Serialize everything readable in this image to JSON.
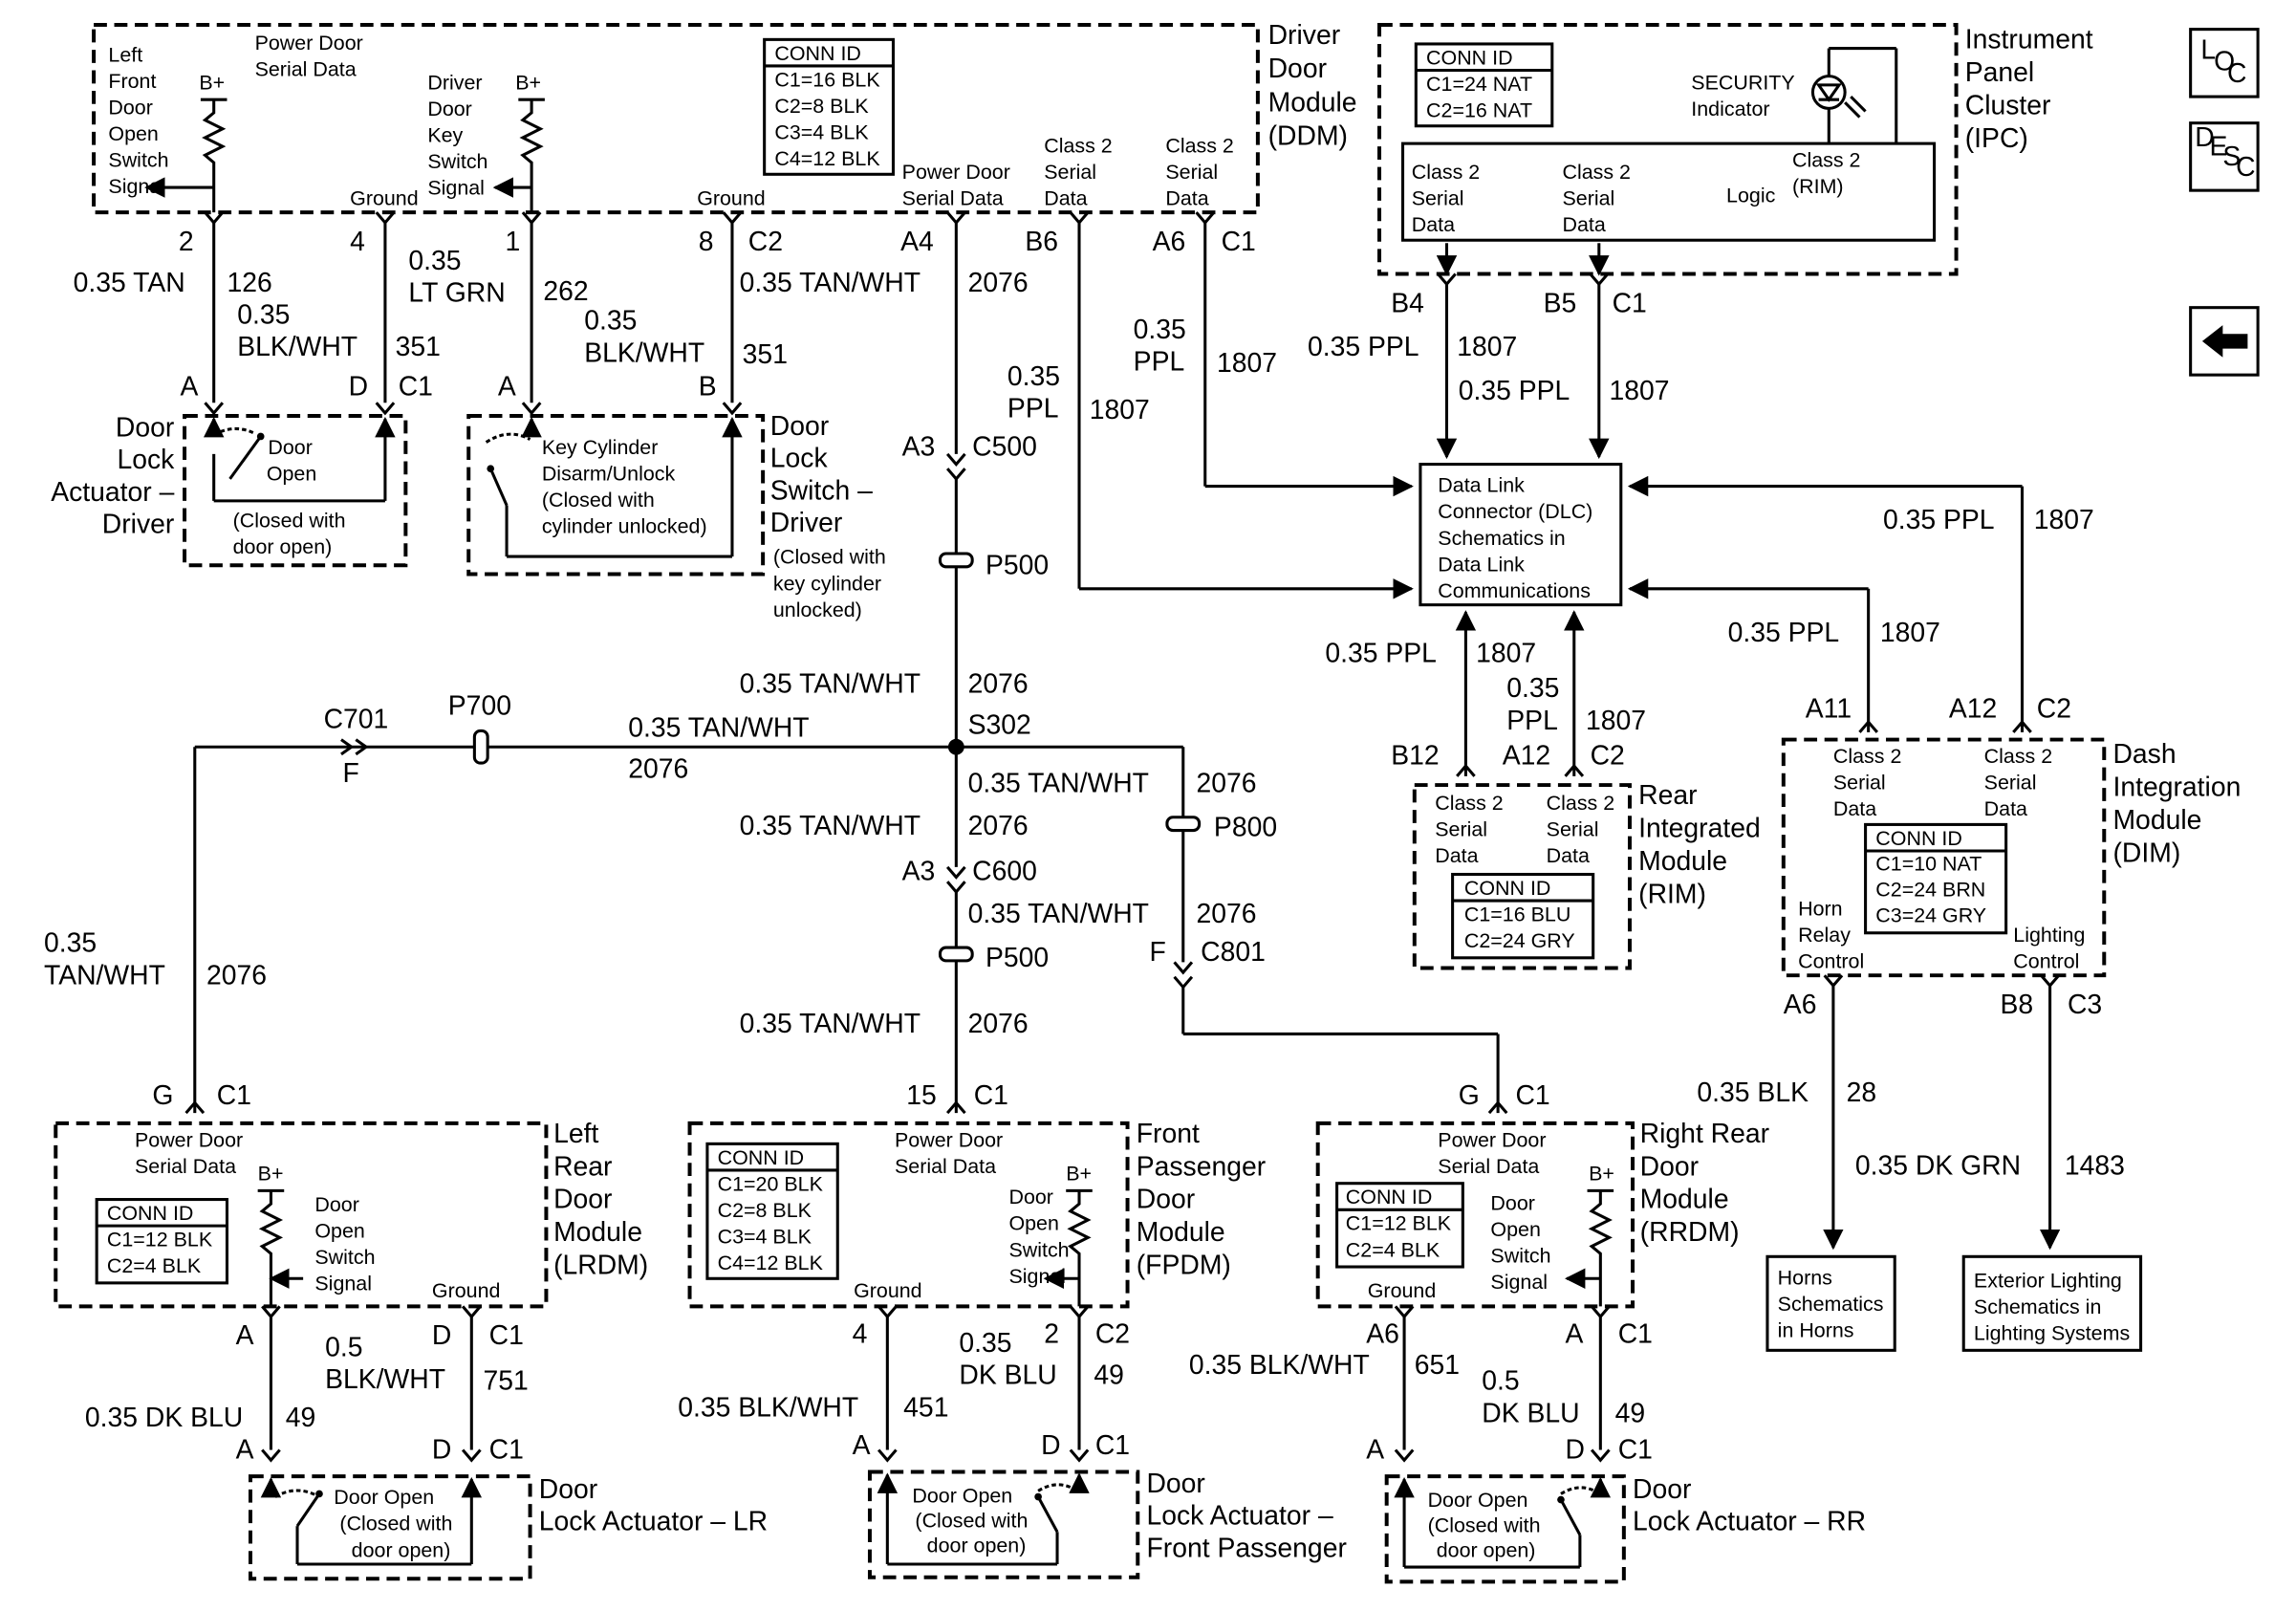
{
  "nav": {
    "loc": "LOC",
    "desc": "DESC"
  },
  "ddm": {
    "title": [
      "Driver",
      "Door",
      "Module",
      "(DDM)"
    ],
    "lf_signal": [
      "Left",
      "Front",
      "Door",
      "Open",
      "Switch",
      "Signal"
    ],
    "pdsd": [
      "Power Door",
      "Serial Data"
    ],
    "dkey": [
      "Driver",
      "Door",
      "Key",
      "Switch",
      "Signal"
    ],
    "bplus": "B+",
    "ground": "Ground",
    "pds2": [
      "Power Door",
      "Serial Data"
    ],
    "class2a": [
      "Class 2",
      "Serial",
      "Data"
    ],
    "class2b": [
      "Class 2",
      "Serial",
      "Data"
    ],
    "conn": [
      "CONN ID",
      "C1=16 BLK",
      "C2=8 BLK",
      "C3=4 BLK",
      "C4=12 BLK"
    ]
  },
  "ipc": {
    "title": [
      "Instrument",
      "Panel",
      "Cluster",
      "(IPC)"
    ],
    "conn": [
      "CONN ID",
      "C1=24 NAT",
      "C2=16 NAT"
    ],
    "security": [
      "SECURITY",
      "Indicator"
    ],
    "class2a": [
      "Class 2",
      "Serial",
      "Data"
    ],
    "class2b": [
      "Class 2",
      "Serial",
      "Data"
    ],
    "logic": "Logic",
    "rim": [
      "Class 2",
      "(RIM)"
    ]
  },
  "pins": {
    "p2": "2",
    "p4": "4",
    "p1": "1",
    "p8": "8",
    "c2": "C2",
    "a4": "A4",
    "b6": "B6",
    "a6": "A6",
    "c1": "C1",
    "b4": "B4",
    "b5": "B5",
    "c1b": "C1",
    "a": "A",
    "d": "D",
    "c1c": "C1",
    "a2": "A",
    "b": "B",
    "a3": "A3",
    "c500": "C500",
    "p500": "P500",
    "s302": "S302",
    "c701": "C701",
    "f": "F",
    "p700": "P700",
    "a3b": "A3",
    "c600": "C600",
    "p500b": "P500",
    "p800": "P800",
    "f2": "F",
    "c801": "C801",
    "b12": "B12",
    "a12": "A12",
    "c2b": "C2",
    "a11": "A11",
    "a12b": "A12",
    "c2c": "C2",
    "a6b": "A6",
    "b8": "B8",
    "c3": "C3",
    "g": "G",
    "c1d": "C1",
    "p15": "15",
    "c1e": "C1",
    "g2": "G",
    "c1f": "C1"
  },
  "wires": {
    "tan": "0.35 TAN",
    "n126": "126",
    "blkwht1": [
      "0.35",
      "BLK/WHT"
    ],
    "n351a": "351",
    "ltgrn": [
      "0.35",
      "LT GRN"
    ],
    "n262": "262",
    "blkwht2": [
      "0.35",
      "BLK/WHT"
    ],
    "n351b": "351",
    "tanwht1": "0.35 TAN/WHT",
    "n2076a": "2076",
    "ppl1": [
      "0.35",
      "PPL"
    ],
    "n1807a": "1807",
    "ppl2": [
      "0.35",
      "PPL"
    ],
    "n1807b": "1807",
    "ppl3": "0.35 PPL",
    "n1807c": "1807",
    "ppl4": "0.35 PPL",
    "n1807d": "1807",
    "ppl5": "0.35 PPL",
    "n1807e": "1807",
    "ppl6": "0.35 PPL",
    "n1807f": "1807",
    "ppl7": "0.35 PPL",
    "n1807g": "1807",
    "ppl8": [
      "0.35",
      "PPL"
    ],
    "n1807h": "1807",
    "tanwht2": "0.35 TAN/WHT",
    "n2076b": "2076",
    "tanwht3": "0.35 TAN/WHT",
    "n2076c": "2076",
    "tanwht4": "0.35 TAN/WHT",
    "n2076d": "2076",
    "tanwht5": "0.35 TAN/WHT",
    "n2076e": "2076",
    "tanwht6": "0.35 TAN/WHT",
    "n2076f": "2076",
    "tanwht7": "0.35 TAN/WHT",
    "n2076g": "2076",
    "tanwht8": [
      "0.35",
      "TAN/WHT"
    ],
    "n2076h": "2076",
    "n2076i": "2076",
    "blk": "0.35 BLK",
    "n28": "28",
    "dkgrn": "0.35 DK GRN",
    "n1483": "1483",
    "blkwht3": [
      "0.5",
      "BLK/WHT"
    ],
    "n751": "751",
    "dkblu1": "0.35 DK BLU",
    "n49a": "49",
    "dkblu2": [
      "0.35",
      "DK BLU"
    ],
    "n49b": "49",
    "blkwht4": "0.35 BLK/WHT",
    "n451": "451",
    "blkwht5": "0.35 BLK/WHT",
    "n651": "651",
    "dkblu3": [
      "0.5",
      "DK BLU"
    ],
    "n49c": "49"
  },
  "components": {
    "dla_driver": [
      "Door",
      "Lock",
      "Actuator –",
      "Driver"
    ],
    "dla_driver_in": [
      "Door",
      "Open",
      "(Closed with",
      "door open)"
    ],
    "dls_driver": [
      "Door",
      "Lock",
      "Switch –",
      "Driver",
      "(Closed with",
      "key cylinder",
      "unlocked)"
    ],
    "dls_driver_in": [
      "Key Cylinder",
      "Disarm/Unlock",
      "(Closed with",
      "cylinder unlocked)"
    ],
    "dlc": [
      "Data Link",
      "Connector (DLC)",
      "Schematics in",
      "Data Link",
      "Communications"
    ],
    "rim": [
      "Rear",
      "Integrated",
      "Module",
      "(RIM)"
    ],
    "rim_in": [
      "Class 2",
      "Serial",
      "Data",
      "Class 2",
      "Serial",
      "Data"
    ],
    "rim_conn": [
      "CONN ID",
      "C1=16 BLU",
      "C2=24 GRY"
    ],
    "dim": [
      "Dash",
      "Integration",
      "Module",
      "(DIM)"
    ],
    "dim_in": [
      "Class 2",
      "Serial",
      "Data",
      "Class 2",
      "Serial",
      "Data"
    ],
    "dim_conn": [
      "CONN ID",
      "C1=10 NAT",
      "C2=24 BRN",
      "C3=24 GRY"
    ],
    "dim_horn": [
      "Horn",
      "Relay",
      "Control"
    ],
    "dim_light": [
      "Lighting",
      "Control"
    ],
    "horns": [
      "Horns",
      "Schematics",
      "in Horns"
    ],
    "ext": [
      "Exterior Lighting",
      "Schematics in",
      "Lighting Systems"
    ],
    "lrdm": [
      "Left",
      "Rear",
      "Door",
      "Module",
      "(LRDM)"
    ],
    "lrdm_in": {
      "pds": [
        "Power Door",
        "Serial Data"
      ],
      "conn": [
        "CONN ID",
        "C1=12 BLK",
        "C2=4 BLK"
      ],
      "sw": [
        "Door",
        "Open",
        "Switch",
        "Signal"
      ],
      "bplus": "B+",
      "ground": "Ground"
    },
    "fpdm": [
      "Front",
      "Passenger",
      "Door",
      "Module",
      "(FPDM)"
    ],
    "fpdm_in": {
      "pds": [
        "Power Door",
        "Serial Data"
      ],
      "conn": [
        "CONN ID",
        "C1=20 BLK",
        "C2=8 BLK",
        "C3=4 BLK",
        "C4=12 BLK"
      ],
      "sw": [
        "Door",
        "Open",
        "Switch",
        "Signal"
      ],
      "bplus": "B+",
      "ground": "Ground"
    },
    "rrdm": [
      "Right Rear",
      "Door",
      "Module",
      "(RRDM)"
    ],
    "rrdm_in": {
      "pds": [
        "Power Door",
        "Serial Data"
      ],
      "conn": [
        "CONN ID",
        "C1=12 BLK",
        "C2=4 BLK"
      ],
      "sw": [
        "Door",
        "Open",
        "Switch",
        "Signal"
      ],
      "bplus": "B+",
      "ground": "Ground"
    },
    "dla_lr": [
      "Door",
      "Lock Actuator – LR"
    ],
    "dla_lr_in": [
      "Door Open",
      "(Closed with",
      "door open)"
    ],
    "dla_fp": [
      "Door",
      "Lock Actuator –",
      "Front Passenger"
    ],
    "dla_fp_in": [
      "Door Open",
      "(Closed with",
      "door open)"
    ],
    "dla_rr": [
      "Door",
      "Lock Actuator – RR"
    ],
    "dla_rr_in": [
      "Door Open",
      "(Closed with",
      "door open)"
    ]
  }
}
